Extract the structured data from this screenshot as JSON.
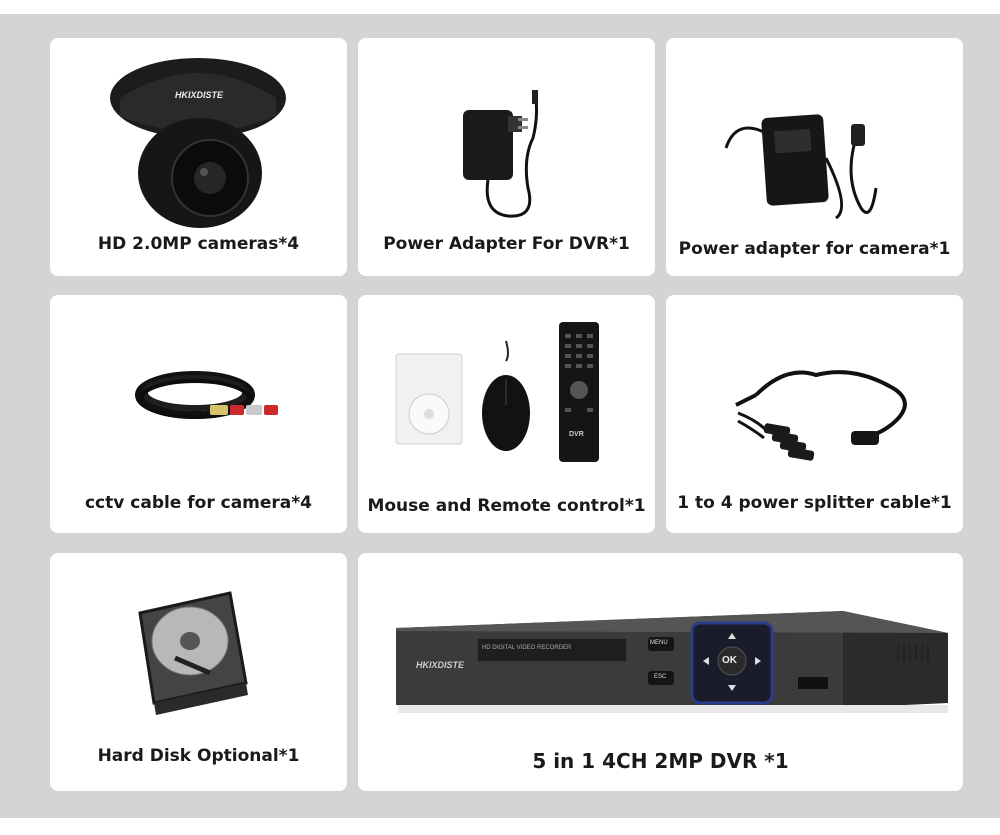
{
  "items": [
    {
      "label": "HD 2.0MP cameras*4",
      "brand": "HKIXDISTE"
    },
    {
      "label": "Power Adapter For DVR*1"
    },
    {
      "label": "Power adapter for camera*1"
    },
    {
      "label": "cctv cable for camera*4"
    },
    {
      "label": "Mouse and Remote control*1",
      "remote_brand": "DVR"
    },
    {
      "label": "1 to 4 power splitter cable*1"
    },
    {
      "label": "Hard Disk Optional*1"
    },
    {
      "label": "5 in 1 4CH 2MP DVR *1",
      "brand": "HKIXDISTE",
      "panel_text": "HD DIGITAL VIDEO RECORDER",
      "menu": "MENU",
      "esc": "ESC",
      "ok": "OK"
    }
  ],
  "colors": {
    "background": "#d4d4d4",
    "card": "#ffffff",
    "text": "#1a1a1a"
  }
}
